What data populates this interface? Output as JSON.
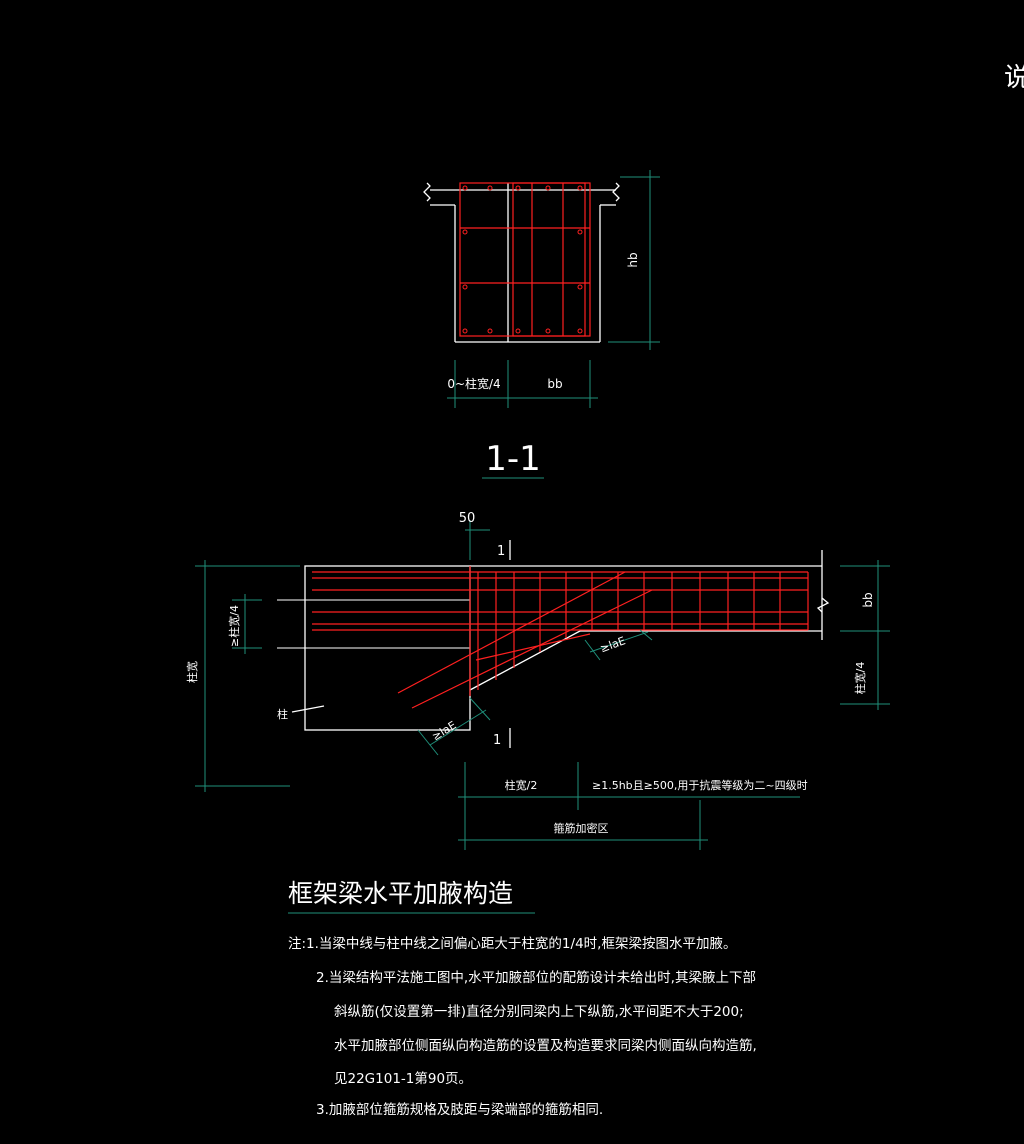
{
  "corner_text": "说",
  "section": {
    "dim_hb": "hb",
    "dim_left": "0~柱宽/4",
    "dim_bb": "bb",
    "label": "1-1"
  },
  "plan": {
    "dim_50": "50",
    "cut_mark_top": "1",
    "cut_mark_bottom": "1",
    "dim_col_width": "柱宽",
    "dim_quarter_left": "≥柱宽/4",
    "dim_bb": "bb",
    "dim_quarter_right": "柱宽/4",
    "column_label": "柱",
    "lae_1": "≥laE",
    "lae_2": "≥laE",
    "dim_half_col": "柱宽/2",
    "dim_extent": "≥1.5hb且≥500,用于抗震等级为二~四级时",
    "dim_zone": "箍筋加密区"
  },
  "title": "框架梁水平加腋构造",
  "notes": [
    "注:1.当梁中线与柱中线之间偏心距大于柱宽的1/4时,框架梁按图水平加腋。",
    "2.当梁结构平法施工图中,水平加腋部位的配筋设计未给出时,其梁腋上下部",
    "斜纵筋(仅设置第一排)直径分别同梁内上下纵筋,水平间距不大于200;",
    "水平加腋部位侧面纵向构造筋的设置及构造要求同梁内侧面纵向构造筋,",
    "见22G101-1第90页。",
    "3.加腋部位箍筋规格及肢距与梁端部的箍筋相同."
  ],
  "colors": {
    "background": "#000000",
    "line": "#ffffff",
    "rebar": "#ff2020",
    "dimension": "#1f8f7a"
  }
}
